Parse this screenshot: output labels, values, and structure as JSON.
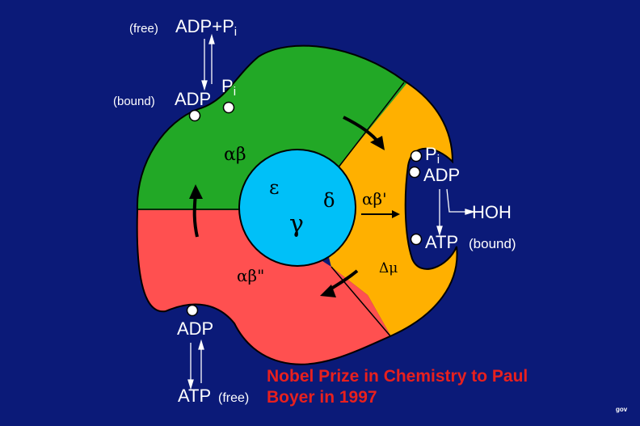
{
  "colors": {
    "background": "#0b1a78",
    "green": "#22a826",
    "orange": "#ffb000",
    "red": "#ff5050",
    "cyan": "#00c0f8",
    "caption": "#e8201e"
  },
  "labels": {
    "free_top_prefix": "(free)",
    "free_top": "ADP+P",
    "free_top_sub": "i",
    "bound_top_prefix": "(bound)",
    "bound_top": "ADP",
    "bound_top_pi": "P",
    "bound_top_pi_sub": "i",
    "right_pi": "P",
    "right_pi_sub": "i",
    "right_adp": "ADP",
    "right_hoh": "HOH",
    "right_atp": "ATP",
    "right_atp_suffix": "(bound)",
    "bottom_adp": "ADP",
    "bottom_atp": "ATP",
    "bottom_atp_suffix": "(free)",
    "gov": "gov"
  },
  "symbols": {
    "ab_green": "αβ",
    "ab_orange": "αβ'",
    "ab_red": "αβ\"",
    "epsilon": "ε",
    "delta": "δ",
    "gamma": "γ",
    "delta_mu": "Δμ"
  },
  "caption": {
    "line1": "Nobel Prize in Chemistry to Paul",
    "line2": "Boyer in 1997"
  }
}
